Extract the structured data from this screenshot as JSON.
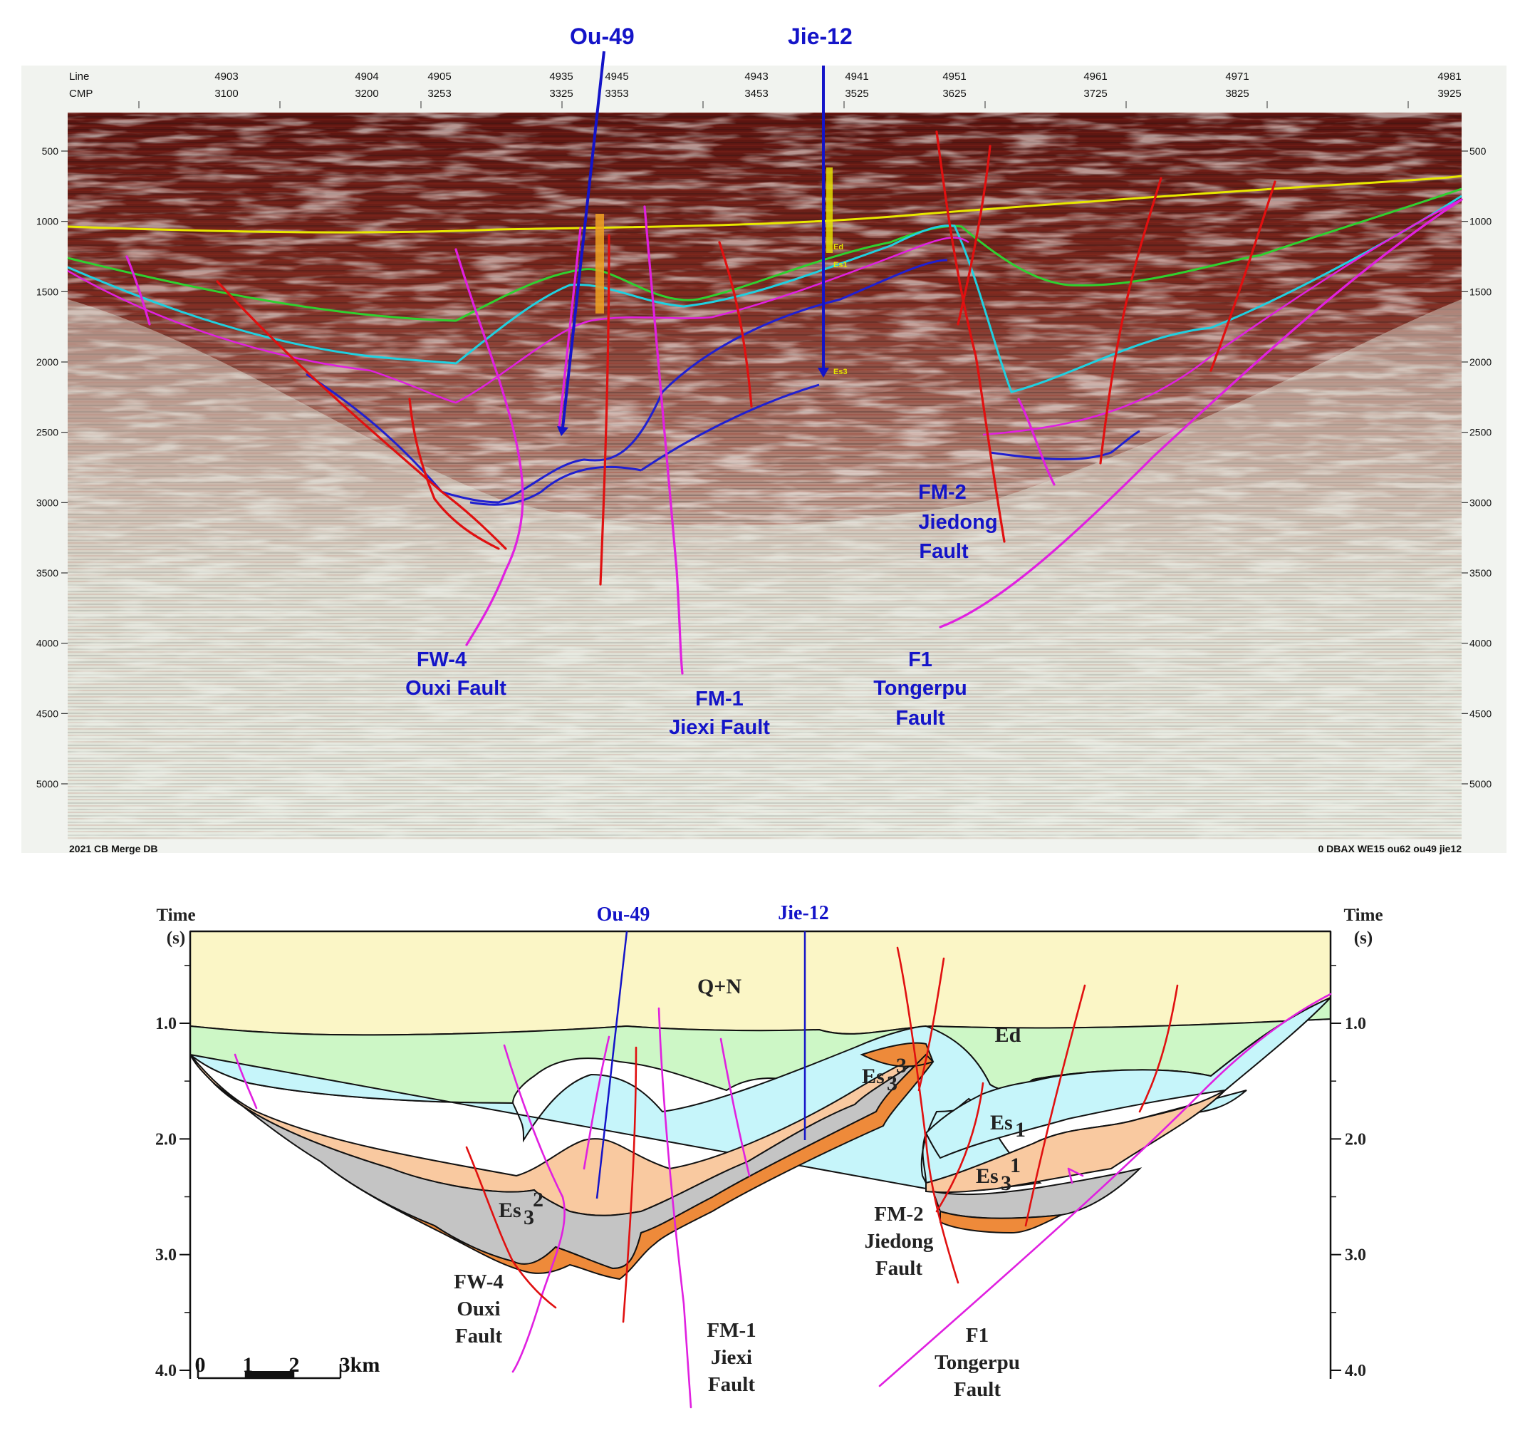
{
  "seismic": {
    "header": {
      "line_label": "Line",
      "cmp_label": "CMP",
      "lines": [
        "4903",
        "4904",
        "4905",
        "4935",
        "4945",
        "4943",
        "4941",
        "4951",
        "4961",
        "4971",
        "4981"
      ],
      "cmps": [
        "3100",
        "3200",
        "3253",
        "3325",
        "3353",
        "3453",
        "3525",
        "3625",
        "3725",
        "3825",
        "3925"
      ]
    },
    "twt_ticks": [
      "500",
      "1000",
      "1500",
      "2000",
      "2500",
      "3000",
      "3500",
      "4000",
      "4500",
      "5000"
    ],
    "wells": [
      "Ou-49",
      "Jie-12"
    ],
    "faults": {
      "fw4": [
        "FW-4",
        "Ouxi Fault"
      ],
      "fm1": [
        "FM-1",
        "Jiexi Fault"
      ],
      "fm2": [
        "FM-2",
        "Jiedong",
        "Fault"
      ],
      "f1": [
        "F1",
        "Tongerpu",
        "Fault"
      ]
    },
    "well_tags": [
      "Ed",
      "Es1",
      "Es3"
    ],
    "footer_left": "2021  CB  Merge  DB",
    "footer_right": "0  DBAX  WE15  ou62  ou49  jie12",
    "colors": {
      "fault_red": "#e01010",
      "fault_magenta": "#e020e0",
      "well_blue": "#1414c8",
      "hz_yellow": "#e8e800",
      "hz_green": "#30d030",
      "hz_cyan": "#20d0e0",
      "hz_blue": "#2020d0"
    }
  },
  "section": {
    "time_title": [
      "Time",
      "(s)"
    ],
    "time_ticks": [
      "1.0",
      "2.0",
      "3.0",
      "4.0"
    ],
    "wells": [
      "Ou-49",
      "Jie-12"
    ],
    "units": {
      "qn": "Q+N",
      "ed": "Ed",
      "es1": "Es",
      "es1_sub": "1",
      "es3_3": "Es",
      "es3_3_sub": "3",
      "es3_3_sup": "3",
      "es3_1": "Es",
      "es3_1_sub": "3",
      "es3_1_sup": "1",
      "es3_2": "Es",
      "es3_2_sub": "3",
      "es3_2_sup": "2"
    },
    "faults": {
      "fw4": [
        "FW-4",
        "Ouxi",
        "Fault"
      ],
      "fm1": [
        "FM-1",
        "Jiexi",
        "Fault"
      ],
      "fm2": [
        "FM-2",
        "Jiedong",
        "Fault"
      ],
      "f1": [
        "F1",
        "Tongerpu",
        "Fault"
      ]
    },
    "scale_labels": [
      "0",
      "1",
      "2",
      "3km"
    ],
    "colors": {
      "qn": "#fbf6c6",
      "ed": "#cdf7c6",
      "es1": "#c6f5fa",
      "es3_1": "#f9c9a0",
      "es3_2": "#c4c4c4",
      "es3_3": "#ee8a3a"
    }
  }
}
